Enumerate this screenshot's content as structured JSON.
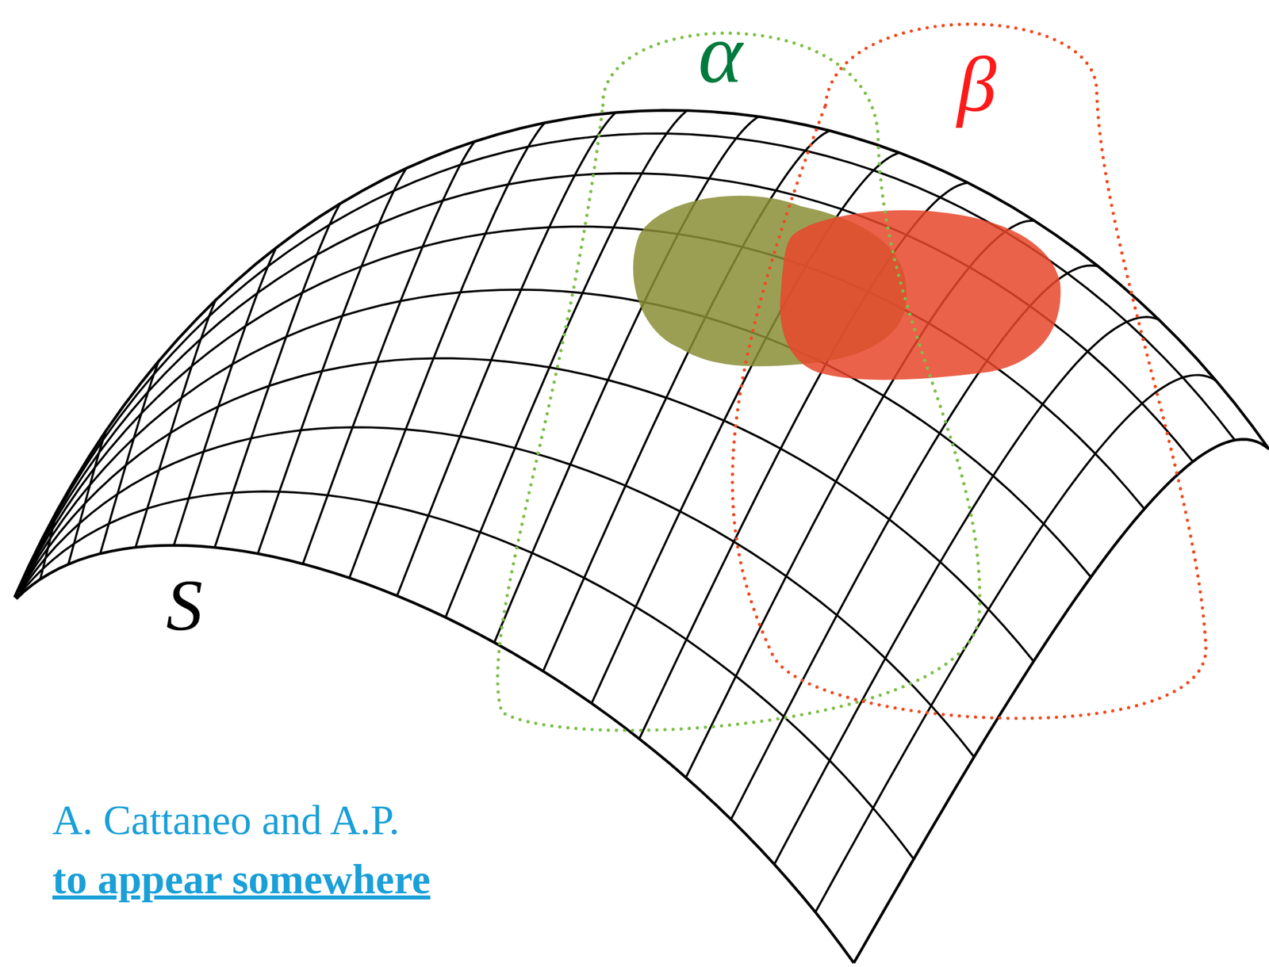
{
  "diagram": {
    "labels": [
      "α",
      "β",
      "S",
      "A. Cattaneo and A.P.",
      "to appear somewhere"
    ]
  }
}
